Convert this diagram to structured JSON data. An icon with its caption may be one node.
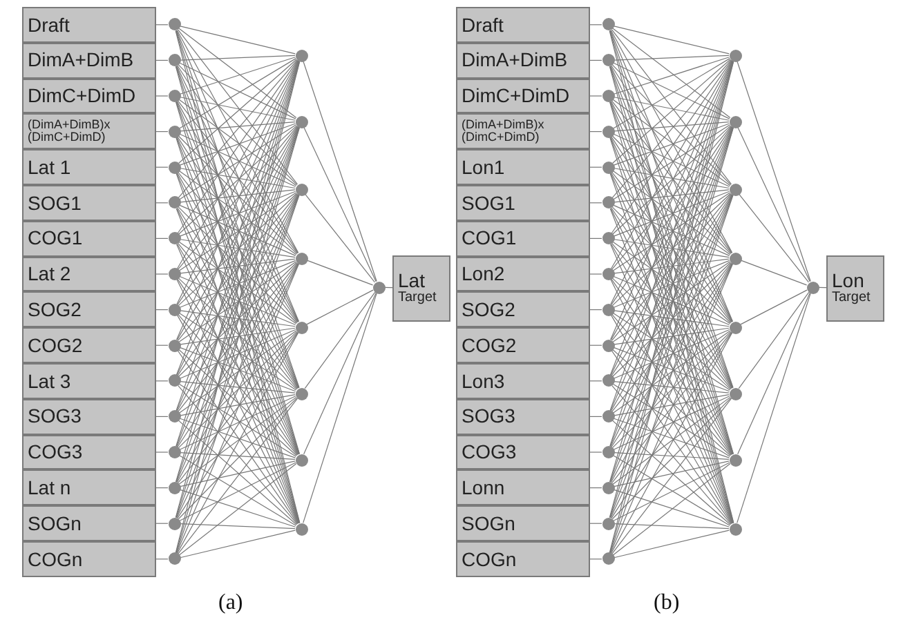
{
  "diagram": {
    "nodes": [
      {
        "text": [
          "Draft"
        ]
      },
      {
        "text": [
          "DimA+DimB"
        ]
      },
      {
        "text": [
          "DimC+DimD"
        ]
      },
      {
        "text": [
          "(DimA+DimB)x (DimC+DimD)"
        ]
      },
      {
        "text": [
          "Lat 1"
        ]
      },
      {
        "text": [
          "SOG1"
        ]
      },
      {
        "text": [
          "COG1"
        ]
      },
      {
        "text": [
          "Lat 2"
        ]
      },
      {
        "text": [
          "SOG2"
        ]
      },
      {
        "text": [
          "COG2"
        ]
      },
      {
        "text": [
          "Lat 3"
        ]
      },
      {
        "text": [
          "SOG3"
        ]
      },
      {
        "text": [
          "COG3"
        ]
      },
      {
        "text": [
          "Lat n"
        ]
      },
      {
        "text": [
          "SOGn"
        ]
      },
      {
        "text": [
          "COGn"
        ]
      },
      {
        "text": [],
        "shape": "circle"
      },
      {
        "text": [],
        "shape": "circle"
      },
      {
        "text": [],
        "shape": "circle"
      },
      {
        "text": [],
        "shape": "circle"
      },
      {
        "text": [],
        "shape": "circle"
      },
      {
        "text": [],
        "shape": "circle"
      },
      {
        "text": [],
        "shape": "circle"
      },
      {
        "text": [],
        "shape": "circle"
      },
      {
        "text": [],
        "shape": "circle"
      },
      {
        "text": [],
        "shape": "circle"
      },
      {
        "text": [],
        "shape": "circle"
      },
      {
        "text": [],
        "shape": "circle"
      },
      {
        "text": [],
        "shape": "circle"
      },
      {
        "text": [],
        "shape": "circle"
      },
      {
        "text": [],
        "shape": "circle"
      },
      {
        "text": [],
        "shape": "circle"
      },
      {
        "text": [],
        "shape": "circle"
      },
      {
        "text": [],
        "shape": "circle"
      },
      {
        "text": [],
        "shape": "circle"
      },
      {
        "text": [],
        "shape": "circle"
      },
      {
        "text": [],
        "shape": "circle"
      },
      {
        "text": [],
        "shape": "circle"
      },
      {
        "text": [],
        "shape": "circle"
      },
      {
        "text": [],
        "shape": "circle"
      },
      {
        "text": [],
        "shape": "circle"
      },
      {
        "text": [
          "Lat",
          "Target"
        ]
      },
      {
        "text": [
          "Draft"
        ]
      },
      {
        "text": [
          "DimA+DimB"
        ]
      },
      {
        "text": [
          "DimC+DimD"
        ]
      },
      {
        "text": [
          "(DimA+DimB)x (DimC+DimD)"
        ]
      },
      {
        "text": [
          "Lon1"
        ]
      },
      {
        "text": [
          "SOG1"
        ]
      },
      {
        "text": [
          "COG1"
        ]
      },
      {
        "text": [
          "Lon2"
        ]
      },
      {
        "text": [
          "SOG2"
        ]
      },
      {
        "text": [
          "COG2"
        ]
      },
      {
        "text": [
          "Lon3"
        ]
      },
      {
        "text": [
          "SOG3"
        ]
      },
      {
        "text": [
          "COG3"
        ]
      },
      {
        "text": [
          "Lonn"
        ]
      },
      {
        "text": [
          "SOGn"
        ]
      },
      {
        "text": [
          "COGn"
        ]
      },
      {
        "text": [],
        "shape": "circle"
      },
      {
        "text": [],
        "shape": "circle"
      },
      {
        "text": [],
        "shape": "circle"
      },
      {
        "text": [],
        "shape": "circle"
      },
      {
        "text": [],
        "shape": "circle"
      },
      {
        "text": [],
        "shape": "circle"
      },
      {
        "text": [],
        "shape": "circle"
      },
      {
        "text": [],
        "shape": "circle"
      },
      {
        "text": [],
        "shape": "circle"
      },
      {
        "text": [],
        "shape": "circle"
      },
      {
        "text": [],
        "shape": "circle"
      },
      {
        "text": [],
        "shape": "circle"
      },
      {
        "text": [],
        "shape": "circle"
      },
      {
        "text": [],
        "shape": "circle"
      },
      {
        "text": [],
        "shape": "circle"
      },
      {
        "text": [],
        "shape": "circle"
      },
      {
        "text": [],
        "shape": "circle"
      },
      {
        "text": [],
        "shape": "circle"
      },
      {
        "text": [],
        "shape": "circle"
      },
      {
        "text": [],
        "shape": "circle"
      },
      {
        "text": [],
        "shape": "circle"
      },
      {
        "text": [],
        "shape": "circle"
      },
      {
        "text": [],
        "shape": "circle"
      },
      {
        "text": [],
        "shape": "circle"
      },
      {
        "text": [],
        "shape": "circle"
      },
      {
        "text": [
          "Lon",
          "Target"
        ]
      }
    ],
    "edges": [
      {
        "from": 0,
        "to": 16,
        "arrow": "none"
      },
      {
        "from": 1,
        "to": 17,
        "arrow": "none"
      },
      {
        "from": 2,
        "to": 18,
        "arrow": "none"
      },
      {
        "from": 3,
        "to": 19,
        "arrow": "none"
      },
      {
        "from": 4,
        "to": 20,
        "arrow": "none"
      },
      {
        "from": 5,
        "to": 21,
        "arrow": "none"
      },
      {
        "from": 6,
        "to": 22,
        "arrow": "none"
      },
      {
        "from": 7,
        "to": 23,
        "arrow": "none"
      },
      {
        "from": 8,
        "to": 24,
        "arrow": "none"
      },
      {
        "from": 9,
        "to": 25,
        "arrow": "none"
      },
      {
        "from": 10,
        "to": 26,
        "arrow": "none"
      },
      {
        "from": 11,
        "to": 27,
        "arrow": "none"
      },
      {
        "from": 12,
        "to": 28,
        "arrow": "none"
      },
      {
        "from": 13,
        "to": 29,
        "arrow": "none"
      },
      {
        "from": 14,
        "to": 30,
        "arrow": "none"
      },
      {
        "from": 15,
        "to": 31,
        "arrow": "none"
      },
      {
        "from": 16,
        "to": 32,
        "arrow": "none"
      },
      {
        "from": 16,
        "to": 33,
        "arrow": "none"
      },
      {
        "from": 16,
        "to": 34,
        "arrow": "none"
      },
      {
        "from": 16,
        "to": 35,
        "arrow": "none"
      },
      {
        "from": 16,
        "to": 36,
        "arrow": "none"
      },
      {
        "from": 16,
        "to": 37,
        "arrow": "none"
      },
      {
        "from": 16,
        "to": 38,
        "arrow": "none"
      },
      {
        "from": 16,
        "to": 39,
        "arrow": "none"
      },
      {
        "from": 17,
        "to": 32,
        "arrow": "none"
      },
      {
        "from": 17,
        "to": 33,
        "arrow": "none"
      },
      {
        "from": 17,
        "to": 34,
        "arrow": "none"
      },
      {
        "from": 17,
        "to": 35,
        "arrow": "none"
      },
      {
        "from": 17,
        "to": 36,
        "arrow": "none"
      },
      {
        "from": 17,
        "to": 37,
        "arrow": "none"
      },
      {
        "from": 17,
        "to": 38,
        "arrow": "none"
      },
      {
        "from": 17,
        "to": 39,
        "arrow": "none"
      },
      {
        "from": 18,
        "to": 32,
        "arrow": "none"
      },
      {
        "from": 18,
        "to": 33,
        "arrow": "none"
      },
      {
        "from": 18,
        "to": 34,
        "arrow": "none"
      },
      {
        "from": 18,
        "to": 35,
        "arrow": "none"
      },
      {
        "from": 18,
        "to": 36,
        "arrow": "none"
      },
      {
        "from": 18,
        "to": 37,
        "arrow": "none"
      },
      {
        "from": 18,
        "to": 38,
        "arrow": "none"
      },
      {
        "from": 18,
        "to": 39,
        "arrow": "none"
      },
      {
        "from": 19,
        "to": 32,
        "arrow": "none"
      },
      {
        "from": 19,
        "to": 33,
        "arrow": "none"
      },
      {
        "from": 19,
        "to": 34,
        "arrow": "none"
      },
      {
        "from": 19,
        "to": 35,
        "arrow": "none"
      },
      {
        "from": 19,
        "to": 36,
        "arrow": "none"
      },
      {
        "from": 19,
        "to": 37,
        "arrow": "none"
      },
      {
        "from": 19,
        "to": 38,
        "arrow": "none"
      },
      {
        "from": 19,
        "to": 39,
        "arrow": "none"
      },
      {
        "from": 20,
        "to": 32,
        "arrow": "none"
      },
      {
        "from": 20,
        "to": 33,
        "arrow": "none"
      },
      {
        "from": 20,
        "to": 34,
        "arrow": "none"
      },
      {
        "from": 20,
        "to": 35,
        "arrow": "none"
      },
      {
        "from": 20,
        "to": 36,
        "arrow": "none"
      },
      {
        "from": 20,
        "to": 37,
        "arrow": "none"
      },
      {
        "from": 20,
        "to": 38,
        "arrow": "none"
      },
      {
        "from": 20,
        "to": 39,
        "arrow": "none"
      },
      {
        "from": 21,
        "to": 32,
        "arrow": "none"
      },
      {
        "from": 21,
        "to": 33,
        "arrow": "none"
      },
      {
        "from": 21,
        "to": 34,
        "arrow": "none"
      },
      {
        "from": 21,
        "to": 35,
        "arrow": "none"
      },
      {
        "from": 21,
        "to": 36,
        "arrow": "none"
      },
      {
        "from": 21,
        "to": 37,
        "arrow": "none"
      },
      {
        "from": 21,
        "to": 38,
        "arrow": "none"
      },
      {
        "from": 21,
        "to": 39,
        "arrow": "none"
      },
      {
        "from": 22,
        "to": 32,
        "arrow": "none"
      },
      {
        "from": 22,
        "to": 33,
        "arrow": "none"
      },
      {
        "from": 22,
        "to": 34,
        "arrow": "none"
      },
      {
        "from": 22,
        "to": 35,
        "arrow": "none"
      },
      {
        "from": 22,
        "to": 36,
        "arrow": "none"
      },
      {
        "from": 22,
        "to": 37,
        "arrow": "none"
      },
      {
        "from": 22,
        "to": 38,
        "arrow": "none"
      },
      {
        "from": 22,
        "to": 39,
        "arrow": "none"
      },
      {
        "from": 23,
        "to": 32,
        "arrow": "none"
      },
      {
        "from": 23,
        "to": 33,
        "arrow": "none"
      },
      {
        "from": 23,
        "to": 34,
        "arrow": "none"
      },
      {
        "from": 23,
        "to": 35,
        "arrow": "none"
      },
      {
        "from": 23,
        "to": 36,
        "arrow": "none"
      },
      {
        "from": 23,
        "to": 37,
        "arrow": "none"
      },
      {
        "from": 23,
        "to": 38,
        "arrow": "none"
      },
      {
        "from": 23,
        "to": 39,
        "arrow": "none"
      },
      {
        "from": 24,
        "to": 32,
        "arrow": "none"
      },
      {
        "from": 24,
        "to": 33,
        "arrow": "none"
      },
      {
        "from": 24,
        "to": 34,
        "arrow": "none"
      },
      {
        "from": 24,
        "to": 35,
        "arrow": "none"
      },
      {
        "from": 24,
        "to": 36,
        "arrow": "none"
      },
      {
        "from": 24,
        "to": 37,
        "arrow": "none"
      },
      {
        "from": 24,
        "to": 38,
        "arrow": "none"
      },
      {
        "from": 24,
        "to": 39,
        "arrow": "none"
      },
      {
        "from": 25,
        "to": 32,
        "arrow": "none"
      },
      {
        "from": 25,
        "to": 33,
        "arrow": "none"
      },
      {
        "from": 25,
        "to": 34,
        "arrow": "none"
      },
      {
        "from": 25,
        "to": 35,
        "arrow": "none"
      },
      {
        "from": 25,
        "to": 36,
        "arrow": "none"
      },
      {
        "from": 25,
        "to": 37,
        "arrow": "none"
      },
      {
        "from": 25,
        "to": 38,
        "arrow": "none"
      },
      {
        "from": 25,
        "to": 39,
        "arrow": "none"
      },
      {
        "from": 26,
        "to": 32,
        "arrow": "none"
      },
      {
        "from": 26,
        "to": 33,
        "arrow": "none"
      },
      {
        "from": 26,
        "to": 34,
        "arrow": "none"
      },
      {
        "from": 26,
        "to": 35,
        "arrow": "none"
      },
      {
        "from": 26,
        "to": 36,
        "arrow": "none"
      },
      {
        "from": 26,
        "to": 37,
        "arrow": "none"
      },
      {
        "from": 26,
        "to": 38,
        "arrow": "none"
      },
      {
        "from": 26,
        "to": 39,
        "arrow": "none"
      },
      {
        "from": 27,
        "to": 32,
        "arrow": "none"
      },
      {
        "from": 27,
        "to": 33,
        "arrow": "none"
      },
      {
        "from": 27,
        "to": 34,
        "arrow": "none"
      },
      {
        "from": 27,
        "to": 35,
        "arrow": "none"
      },
      {
        "from": 27,
        "to": 36,
        "arrow": "none"
      },
      {
        "from": 27,
        "to": 37,
        "arrow": "none"
      },
      {
        "from": 27,
        "to": 38,
        "arrow": "none"
      },
      {
        "from": 27,
        "to": 39,
        "arrow": "none"
      },
      {
        "from": 28,
        "to": 32,
        "arrow": "none"
      },
      {
        "from": 28,
        "to": 33,
        "arrow": "none"
      },
      {
        "from": 28,
        "to": 34,
        "arrow": "none"
      },
      {
        "from": 28,
        "to": 35,
        "arrow": "none"
      },
      {
        "from": 28,
        "to": 36,
        "arrow": "none"
      },
      {
        "from": 28,
        "to": 37,
        "arrow": "none"
      },
      {
        "from": 28,
        "to": 38,
        "arrow": "none"
      },
      {
        "from": 28,
        "to": 39,
        "arrow": "none"
      },
      {
        "from": 29,
        "to": 32,
        "arrow": "none"
      },
      {
        "from": 29,
        "to": 33,
        "arrow": "none"
      },
      {
        "from": 29,
        "to": 34,
        "arrow": "none"
      },
      {
        "from": 29,
        "to": 35,
        "arrow": "none"
      },
      {
        "from": 29,
        "to": 36,
        "arrow": "none"
      },
      {
        "from": 29,
        "to": 37,
        "arrow": "none"
      },
      {
        "from": 29,
        "to": 38,
        "arrow": "none"
      },
      {
        "from": 29,
        "to": 39,
        "arrow": "none"
      },
      {
        "from": 30,
        "to": 32,
        "arrow": "none"
      },
      {
        "from": 30,
        "to": 33,
        "arrow": "none"
      },
      {
        "from": 30,
        "to": 34,
        "arrow": "none"
      },
      {
        "from": 30,
        "to": 35,
        "arrow": "none"
      },
      {
        "from": 30,
        "to": 36,
        "arrow": "none"
      },
      {
        "from": 30,
        "to": 37,
        "arrow": "none"
      },
      {
        "from": 30,
        "to": 38,
        "arrow": "none"
      },
      {
        "from": 30,
        "to": 39,
        "arrow": "none"
      },
      {
        "from": 31,
        "to": 32,
        "arrow": "none"
      },
      {
        "from": 31,
        "to": 33,
        "arrow": "none"
      },
      {
        "from": 31,
        "to": 34,
        "arrow": "none"
      },
      {
        "from": 31,
        "to": 35,
        "arrow": "none"
      },
      {
        "from": 31,
        "to": 36,
        "arrow": "none"
      },
      {
        "from": 31,
        "to": 37,
        "arrow": "none"
      },
      {
        "from": 31,
        "to": 38,
        "arrow": "none"
      },
      {
        "from": 31,
        "to": 39,
        "arrow": "none"
      },
      {
        "from": 32,
        "to": 40,
        "arrow": "none"
      },
      {
        "from": 33,
        "to": 40,
        "arrow": "none"
      },
      {
        "from": 34,
        "to": 40,
        "arrow": "none"
      },
      {
        "from": 35,
        "to": 40,
        "arrow": "none"
      },
      {
        "from": 36,
        "to": 40,
        "arrow": "none"
      },
      {
        "from": 37,
        "to": 40,
        "arrow": "none"
      },
      {
        "from": 38,
        "to": 40,
        "arrow": "none"
      },
      {
        "from": 39,
        "to": 40,
        "arrow": "none"
      },
      {
        "from": 40,
        "to": 41,
        "arrow": "none"
      },
      {
        "from": 42,
        "to": 58,
        "arrow": "none"
      },
      {
        "from": 43,
        "to": 59,
        "arrow": "none"
      },
      {
        "from": 44,
        "to": 60,
        "arrow": "none"
      },
      {
        "from": 45,
        "to": 61,
        "arrow": "none"
      },
      {
        "from": 46,
        "to": 62,
        "arrow": "none"
      },
      {
        "from": 47,
        "to": 63,
        "arrow": "none"
      },
      {
        "from": 48,
        "to": 64,
        "arrow": "none"
      },
      {
        "from": 49,
        "to": 65,
        "arrow": "none"
      },
      {
        "from": 50,
        "to": 66,
        "arrow": "none"
      },
      {
        "from": 51,
        "to": 67,
        "arrow": "none"
      },
      {
        "from": 52,
        "to": 68,
        "arrow": "none"
      },
      {
        "from": 53,
        "to": 69,
        "arrow": "none"
      },
      {
        "from": 54,
        "to": 70,
        "arrow": "none"
      },
      {
        "from": 55,
        "to": 71,
        "arrow": "none"
      },
      {
        "from": 56,
        "to": 72,
        "arrow": "none"
      },
      {
        "from": 57,
        "to": 73,
        "arrow": "none"
      },
      {
        "from": 58,
        "to": 74,
        "arrow": "none"
      },
      {
        "from": 58,
        "to": 75,
        "arrow": "none"
      },
      {
        "from": 58,
        "to": 76,
        "arrow": "none"
      },
      {
        "from": 58,
        "to": 77,
        "arrow": "none"
      },
      {
        "from": 58,
        "to": 78,
        "arrow": "none"
      },
      {
        "from": 58,
        "to": 79,
        "arrow": "none"
      },
      {
        "from": 58,
        "to": 80,
        "arrow": "none"
      },
      {
        "from": 58,
        "to": 81,
        "arrow": "none"
      },
      {
        "from": 59,
        "to": 74,
        "arrow": "none"
      },
      {
        "from": 59,
        "to": 75,
        "arrow": "none"
      },
      {
        "from": 59,
        "to": 76,
        "arrow": "none"
      },
      {
        "from": 59,
        "to": 77,
        "arrow": "none"
      },
      {
        "from": 59,
        "to": 78,
        "arrow": "none"
      },
      {
        "from": 59,
        "to": 79,
        "arrow": "none"
      },
      {
        "from": 59,
        "to": 80,
        "arrow": "none"
      },
      {
        "from": 59,
        "to": 81,
        "arrow": "none"
      },
      {
        "from": 60,
        "to": 74,
        "arrow": "none"
      },
      {
        "from": 60,
        "to": 75,
        "arrow": "none"
      },
      {
        "from": 60,
        "to": 76,
        "arrow": "none"
      },
      {
        "from": 60,
        "to": 77,
        "arrow": "none"
      },
      {
        "from": 60,
        "to": 78,
        "arrow": "none"
      },
      {
        "from": 60,
        "to": 79,
        "arrow": "none"
      },
      {
        "from": 60,
        "to": 80,
        "arrow": "none"
      },
      {
        "from": 60,
        "to": 81,
        "arrow": "none"
      },
      {
        "from": 61,
        "to": 74,
        "arrow": "none"
      },
      {
        "from": 61,
        "to": 75,
        "arrow": "none"
      },
      {
        "from": 61,
        "to": 76,
        "arrow": "none"
      },
      {
        "from": 61,
        "to": 77,
        "arrow": "none"
      },
      {
        "from": 61,
        "to": 78,
        "arrow": "none"
      },
      {
        "from": 61,
        "to": 79,
        "arrow": "none"
      },
      {
        "from": 61,
        "to": 80,
        "arrow": "none"
      },
      {
        "from": 61,
        "to": 81,
        "arrow": "none"
      },
      {
        "from": 62,
        "to": 74,
        "arrow": "none"
      },
      {
        "from": 62,
        "to": 75,
        "arrow": "none"
      },
      {
        "from": 62,
        "to": 76,
        "arrow": "none"
      },
      {
        "from": 62,
        "to": 77,
        "arrow": "none"
      },
      {
        "from": 62,
        "to": 78,
        "arrow": "none"
      },
      {
        "from": 62,
        "to": 79,
        "arrow": "none"
      },
      {
        "from": 62,
        "to": 80,
        "arrow": "none"
      },
      {
        "from": 62,
        "to": 81,
        "arrow": "none"
      },
      {
        "from": 63,
        "to": 74,
        "arrow": "none"
      },
      {
        "from": 63,
        "to": 75,
        "arrow": "none"
      },
      {
        "from": 63,
        "to": 76,
        "arrow": "none"
      },
      {
        "from": 63,
        "to": 77,
        "arrow": "none"
      },
      {
        "from": 63,
        "to": 78,
        "arrow": "none"
      },
      {
        "from": 63,
        "to": 79,
        "arrow": "none"
      },
      {
        "from": 63,
        "to": 80,
        "arrow": "none"
      },
      {
        "from": 63,
        "to": 81,
        "arrow": "none"
      },
      {
        "from": 64,
        "to": 74,
        "arrow": "none"
      },
      {
        "from": 64,
        "to": 75,
        "arrow": "none"
      },
      {
        "from": 64,
        "to": 76,
        "arrow": "none"
      },
      {
        "from": 64,
        "to": 77,
        "arrow": "none"
      },
      {
        "from": 64,
        "to": 78,
        "arrow": "none"
      },
      {
        "from": 64,
        "to": 79,
        "arrow": "none"
      },
      {
        "from": 64,
        "to": 80,
        "arrow": "none"
      },
      {
        "from": 64,
        "to": 81,
        "arrow": "none"
      },
      {
        "from": 65,
        "to": 74,
        "arrow": "none"
      },
      {
        "from": 65,
        "to": 75,
        "arrow": "none"
      },
      {
        "from": 65,
        "to": 76,
        "arrow": "none"
      },
      {
        "from": 65,
        "to": 77,
        "arrow": "none"
      },
      {
        "from": 65,
        "to": 78,
        "arrow": "none"
      },
      {
        "from": 65,
        "to": 79,
        "arrow": "none"
      },
      {
        "from": 65,
        "to": 80,
        "arrow": "none"
      },
      {
        "from": 65,
        "to": 81,
        "arrow": "none"
      },
      {
        "from": 66,
        "to": 74,
        "arrow": "none"
      },
      {
        "from": 66,
        "to": 75,
        "arrow": "none"
      },
      {
        "from": 66,
        "to": 76,
        "arrow": "none"
      },
      {
        "from": 66,
        "to": 77,
        "arrow": "none"
      },
      {
        "from": 66,
        "to": 78,
        "arrow": "none"
      },
      {
        "from": 66,
        "to": 79,
        "arrow": "none"
      },
      {
        "from": 66,
        "to": 80,
        "arrow": "none"
      },
      {
        "from": 66,
        "to": 81,
        "arrow": "none"
      },
      {
        "from": 67,
        "to": 74,
        "arrow": "none"
      },
      {
        "from": 67,
        "to": 75,
        "arrow": "none"
      },
      {
        "from": 67,
        "to": 76,
        "arrow": "none"
      },
      {
        "from": 67,
        "to": 77,
        "arrow": "none"
      },
      {
        "from": 67,
        "to": 78,
        "arrow": "none"
      },
      {
        "from": 67,
        "to": 79,
        "arrow": "none"
      },
      {
        "from": 67,
        "to": 80,
        "arrow": "none"
      },
      {
        "from": 67,
        "to": 81,
        "arrow": "none"
      },
      {
        "from": 68,
        "to": 74,
        "arrow": "none"
      },
      {
        "from": 68,
        "to": 75,
        "arrow": "none"
      },
      {
        "from": 68,
        "to": 76,
        "arrow": "none"
      },
      {
        "from": 68,
        "to": 77,
        "arrow": "none"
      },
      {
        "from": 68,
        "to": 78,
        "arrow": "none"
      },
      {
        "from": 68,
        "to": 79,
        "arrow": "none"
      },
      {
        "from": 68,
        "to": 80,
        "arrow": "none"
      },
      {
        "from": 68,
        "to": 81,
        "arrow": "none"
      },
      {
        "from": 69,
        "to": 74,
        "arrow": "none"
      },
      {
        "from": 69,
        "to": 75,
        "arrow": "none"
      },
      {
        "from": 69,
        "to": 76,
        "arrow": "none"
      },
      {
        "from": 69,
        "to": 77,
        "arrow": "none"
      },
      {
        "from": 69,
        "to": 78,
        "arrow": "none"
      },
      {
        "from": 69,
        "to": 79,
        "arrow": "none"
      },
      {
        "from": 69,
        "to": 80,
        "arrow": "none"
      },
      {
        "from": 69,
        "to": 81,
        "arrow": "none"
      },
      {
        "from": 70,
        "to": 74,
        "arrow": "none"
      },
      {
        "from": 70,
        "to": 75,
        "arrow": "none"
      },
      {
        "from": 70,
        "to": 76,
        "arrow": "none"
      },
      {
        "from": 70,
        "to": 77,
        "arrow": "none"
      },
      {
        "from": 70,
        "to": 78,
        "arrow": "none"
      },
      {
        "from": 70,
        "to": 79,
        "arrow": "none"
      },
      {
        "from": 70,
        "to": 80,
        "arrow": "none"
      },
      {
        "from": 70,
        "to": 81,
        "arrow": "none"
      },
      {
        "from": 71,
        "to": 74,
        "arrow": "none"
      },
      {
        "from": 71,
        "to": 75,
        "arrow": "none"
      },
      {
        "from": 71,
        "to": 76,
        "arrow": "none"
      },
      {
        "from": 71,
        "to": 77,
        "arrow": "none"
      },
      {
        "from": 71,
        "to": 78,
        "arrow": "none"
      },
      {
        "from": 71,
        "to": 79,
        "arrow": "none"
      },
      {
        "from": 71,
        "to": 80,
        "arrow": "none"
      },
      {
        "from": 71,
        "to": 81,
        "arrow": "none"
      },
      {
        "from": 72,
        "to": 74,
        "arrow": "none"
      },
      {
        "from": 72,
        "to": 75,
        "arrow": "none"
      },
      {
        "from": 72,
        "to": 76,
        "arrow": "none"
      },
      {
        "from": 72,
        "to": 77,
        "arrow": "none"
      },
      {
        "from": 72,
        "to": 78,
        "arrow": "none"
      },
      {
        "from": 72,
        "to": 79,
        "arrow": "none"
      },
      {
        "from": 72,
        "to": 80,
        "arrow": "none"
      },
      {
        "from": 72,
        "to": 81,
        "arrow": "none"
      },
      {
        "from": 73,
        "to": 74,
        "arrow": "none"
      },
      {
        "from": 73,
        "to": 75,
        "arrow": "none"
      },
      {
        "from": 73,
        "to": 76,
        "arrow": "none"
      },
      {
        "from": 73,
        "to": 77,
        "arrow": "none"
      },
      {
        "from": 73,
        "to": 78,
        "arrow": "none"
      },
      {
        "from": 73,
        "to": 79,
        "arrow": "none"
      },
      {
        "from": 73,
        "to": 80,
        "arrow": "none"
      },
      {
        "from": 73,
        "to": 81,
        "arrow": "none"
      },
      {
        "from": 74,
        "to": 82,
        "arrow": "none"
      },
      {
        "from": 75,
        "to": 82,
        "arrow": "none"
      },
      {
        "from": 76,
        "to": 82,
        "arrow": "none"
      },
      {
        "from": 77,
        "to": 82,
        "arrow": "none"
      },
      {
        "from": 78,
        "to": 82,
        "arrow": "none"
      },
      {
        "from": 79,
        "to": 82,
        "arrow": "none"
      },
      {
        "from": 80,
        "to": 82,
        "arrow": "none"
      },
      {
        "from": 81,
        "to": 82,
        "arrow": "none"
      },
      {
        "from": 82,
        "to": 83,
        "arrow": "none"
      }
    ],
    "labels": [
      "(a)",
      "(b)"
    ]
  }
}
